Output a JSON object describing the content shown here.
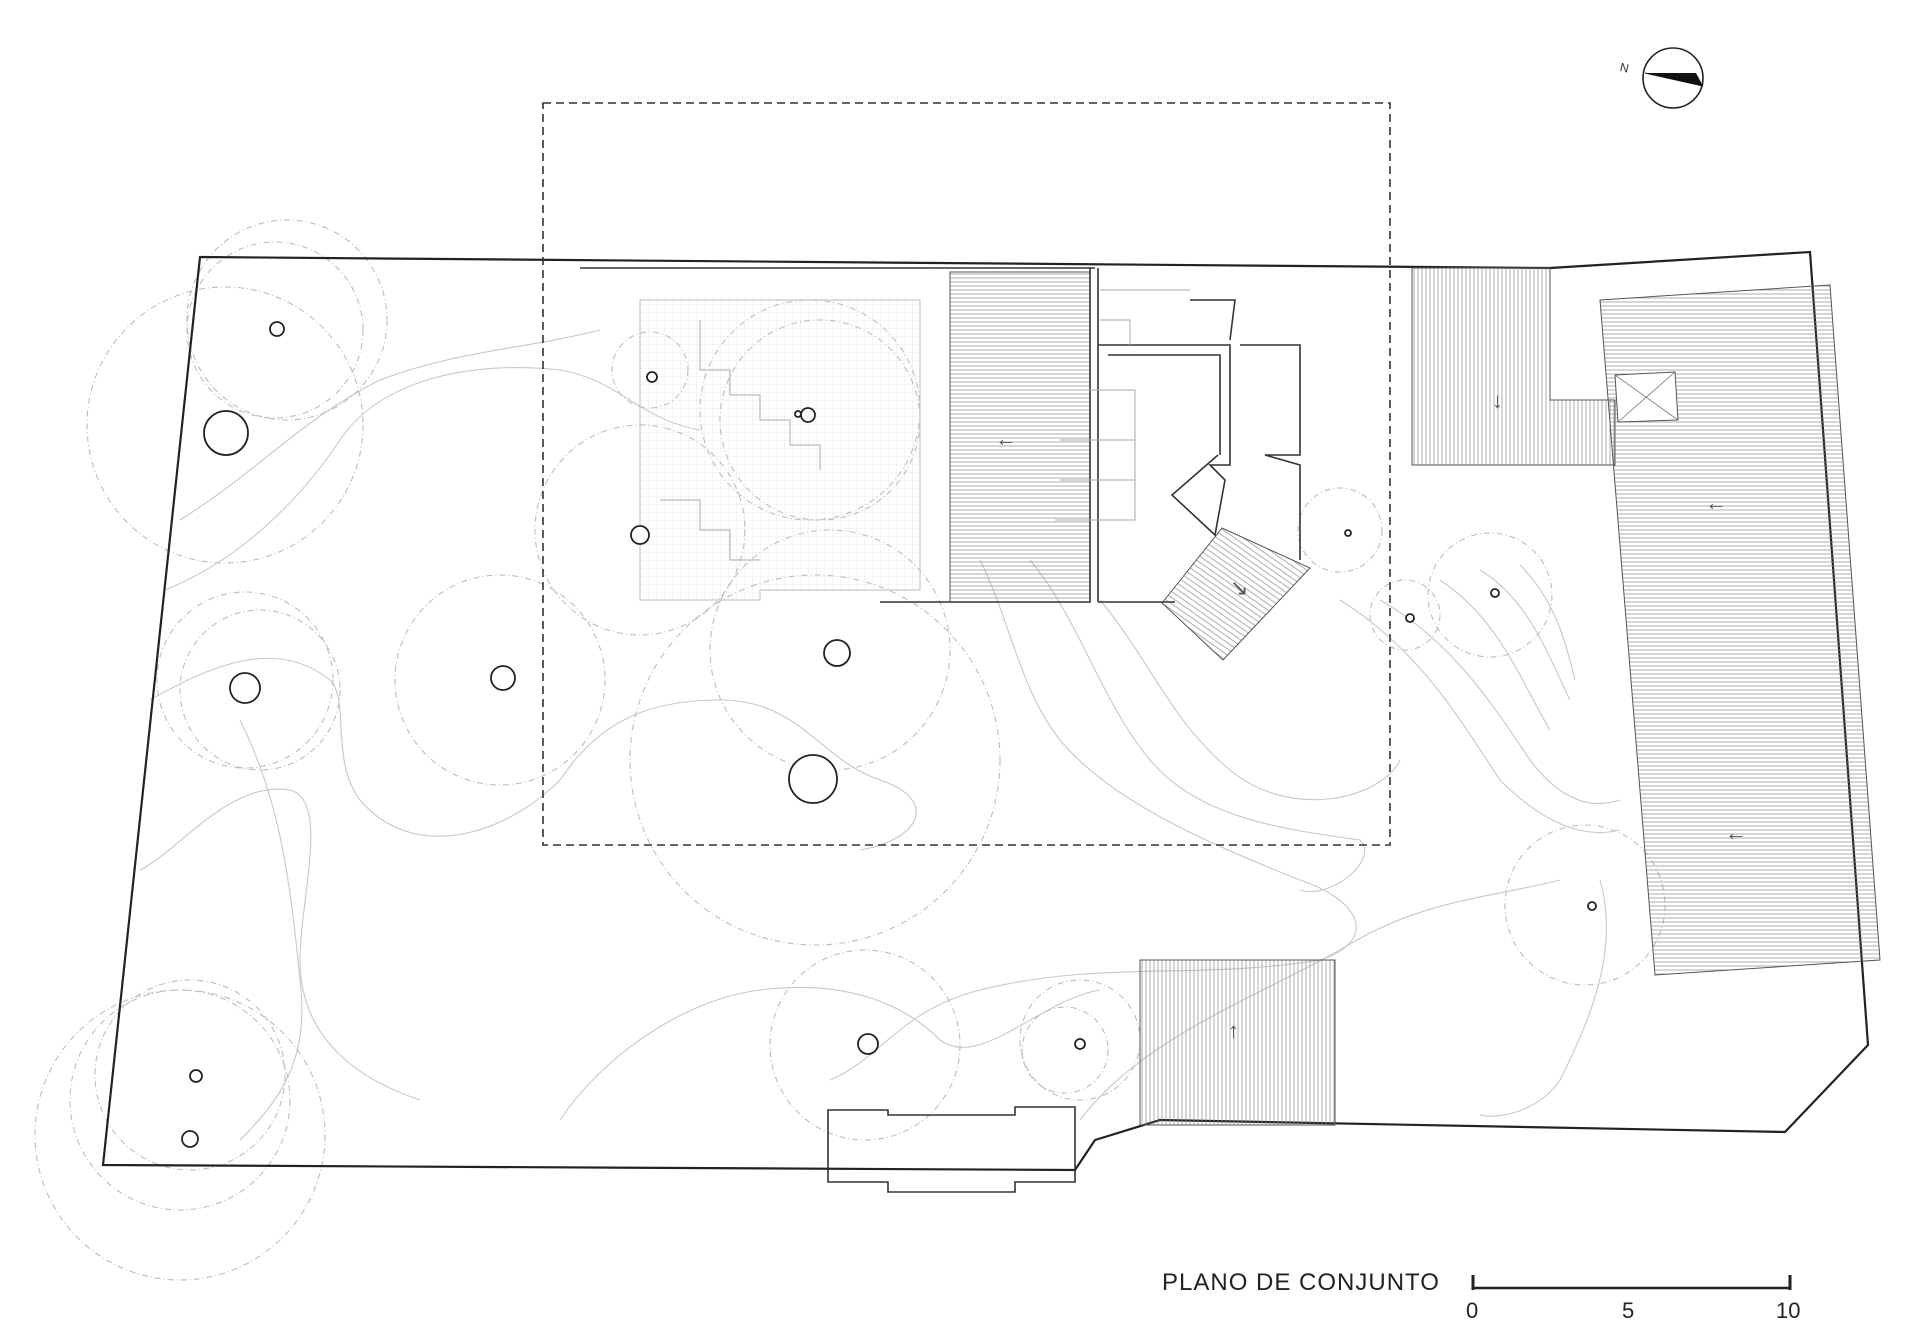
{
  "drawing": {
    "title": "PLANO DE CONJUNTO",
    "north_label": "N",
    "north_icon": "north-arrow-icon"
  },
  "scale_bar": {
    "ticks": [
      "0",
      "5",
      "10"
    ]
  },
  "colors": {
    "line": "#222222",
    "contour": "#c8c8c8",
    "canopy": "#bdbdbd",
    "hatch": "#888888",
    "paper": "#ffffff"
  },
  "slope_arrows": {
    "left": "←",
    "down": "↓",
    "up": "↑",
    "diagonal": "↘"
  }
}
